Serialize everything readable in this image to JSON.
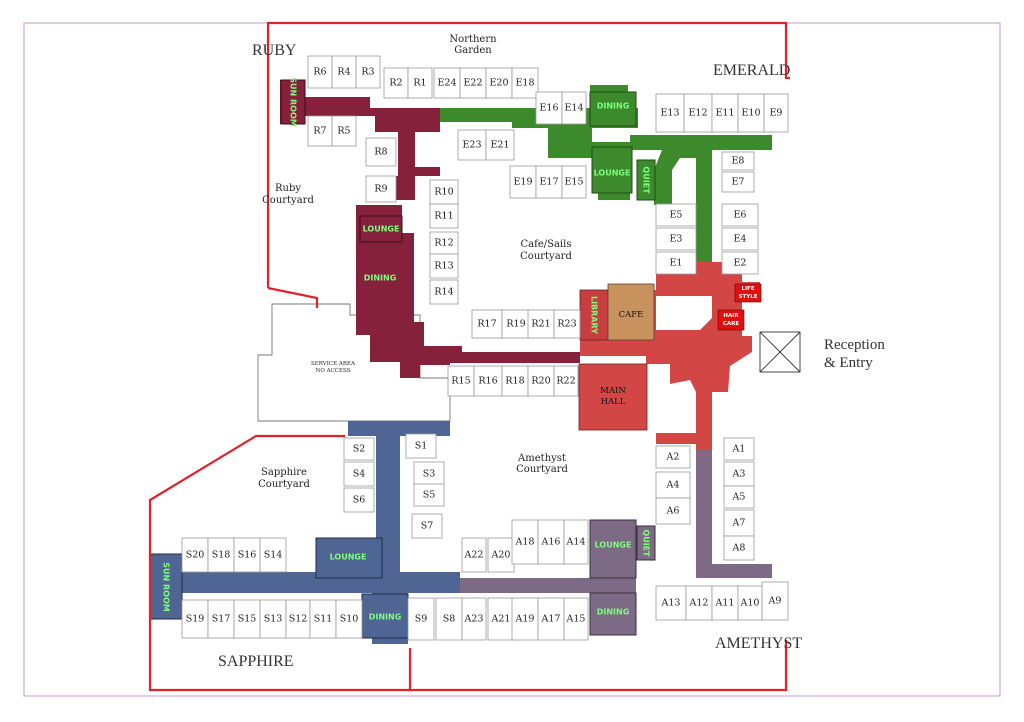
{
  "wings": {
    "ruby": "RUBY",
    "emerald": "EMERALD",
    "sapphire": "SAPPHIRE",
    "amethyst": "AMETHYST"
  },
  "areas": {
    "northern_garden": [
      "Northern",
      "Garden"
    ],
    "ruby_courtyard": [
      "Ruby",
      "Courtyard"
    ],
    "cafe_courtyard": [
      "Cafe/Sails",
      "Courtyard"
    ],
    "amethyst_courtyard": [
      "Amethyst",
      "Courtyard"
    ],
    "sapphire_courtyard": [
      "Sapphire",
      "Courtyard"
    ],
    "service_area": [
      "SERVICE AREA",
      "NO ACCESS"
    ],
    "reception": [
      "Reception",
      "& Entry"
    ]
  },
  "amenities": {
    "ruby_sun_room": "SUN ROOM",
    "ruby_lounge": "LOUNGE",
    "ruby_dining": "DINING",
    "emerald_dining": "DINING",
    "emerald_lounge": "LOUNGE",
    "emerald_quiet": "QUIET",
    "library": "LIBRARY",
    "cafe": "CAFE",
    "main_hall": [
      "MAIN",
      "HALL"
    ],
    "hair_care": [
      "HAIR",
      "CARE"
    ],
    "life_style": [
      "LIFE",
      "STYLE"
    ],
    "sapphire_sun_room": "SUN ROOM",
    "sapphire_lounge": "LOUNGE",
    "sapphire_dining": "DINING",
    "amethyst_lounge": "LOUNGE",
    "amethyst_quiet": "QUIET",
    "amethyst_dining": "DINING"
  },
  "colors": {
    "ruby": "#85213b",
    "emerald": "#3d8a2c",
    "sapphire": "#4f6593",
    "amethyst": "#7d6a84",
    "core": "#d24646",
    "cafe": "#c8925e",
    "boundary": "#e0222c",
    "accent_text": "#7dff7d"
  },
  "rooms": [
    {
      "label": "R6"
    },
    {
      "label": "R4"
    },
    {
      "label": "R3"
    },
    {
      "label": "R2"
    },
    {
      "label": "R1"
    },
    {
      "label": "E24"
    },
    {
      "label": "E22"
    },
    {
      "label": "E20"
    },
    {
      "label": "E18"
    },
    {
      "label": "R7"
    },
    {
      "label": "R5"
    },
    {
      "label": "R8"
    },
    {
      "label": "R9"
    },
    {
      "label": "E16"
    },
    {
      "label": "E14"
    },
    {
      "label": "E23"
    },
    {
      "label": "E21"
    },
    {
      "label": "E19"
    },
    {
      "label": "E17"
    },
    {
      "label": "E15"
    },
    {
      "label": "E13"
    },
    {
      "label": "E12"
    },
    {
      "label": "E11"
    },
    {
      "label": "E10"
    },
    {
      "label": "E9"
    },
    {
      "label": "E8"
    },
    {
      "label": "E7"
    },
    {
      "label": "E5"
    },
    {
      "label": "E6"
    },
    {
      "label": "E3"
    },
    {
      "label": "E4"
    },
    {
      "label": "E1"
    },
    {
      "label": "E2"
    },
    {
      "label": "R10"
    },
    {
      "label": "R11"
    },
    {
      "label": "R12"
    },
    {
      "label": "R13"
    },
    {
      "label": "R14"
    },
    {
      "label": "R17"
    },
    {
      "label": "R19"
    },
    {
      "label": "R21"
    },
    {
      "label": "R23"
    },
    {
      "label": "R15"
    },
    {
      "label": "R16"
    },
    {
      "label": "R18"
    },
    {
      "label": "R20"
    },
    {
      "label": "R22"
    },
    {
      "label": "S2"
    },
    {
      "label": "S1"
    },
    {
      "label": "S4"
    },
    {
      "label": "S3"
    },
    {
      "label": "S5"
    },
    {
      "label": "S6"
    },
    {
      "label": "S7"
    },
    {
      "label": "S20"
    },
    {
      "label": "S18"
    },
    {
      "label": "S16"
    },
    {
      "label": "S14"
    },
    {
      "label": "S19"
    },
    {
      "label": "S17"
    },
    {
      "label": "S15"
    },
    {
      "label": "S13"
    },
    {
      "label": "S12"
    },
    {
      "label": "S11"
    },
    {
      "label": "S10"
    },
    {
      "label": "S9"
    },
    {
      "label": "S8"
    },
    {
      "label": "A22"
    },
    {
      "label": "A20"
    },
    {
      "label": "A18"
    },
    {
      "label": "A16"
    },
    {
      "label": "A14"
    },
    {
      "label": "A23"
    },
    {
      "label": "A21"
    },
    {
      "label": "A19"
    },
    {
      "label": "A17"
    },
    {
      "label": "A15"
    },
    {
      "label": "A2"
    },
    {
      "label": "A4"
    },
    {
      "label": "A6"
    },
    {
      "label": "A1"
    },
    {
      "label": "A3"
    },
    {
      "label": "A5"
    },
    {
      "label": "A7"
    },
    {
      "label": "A8"
    },
    {
      "label": "A13"
    },
    {
      "label": "A12"
    },
    {
      "label": "A11"
    },
    {
      "label": "A10"
    },
    {
      "label": "A9"
    }
  ]
}
